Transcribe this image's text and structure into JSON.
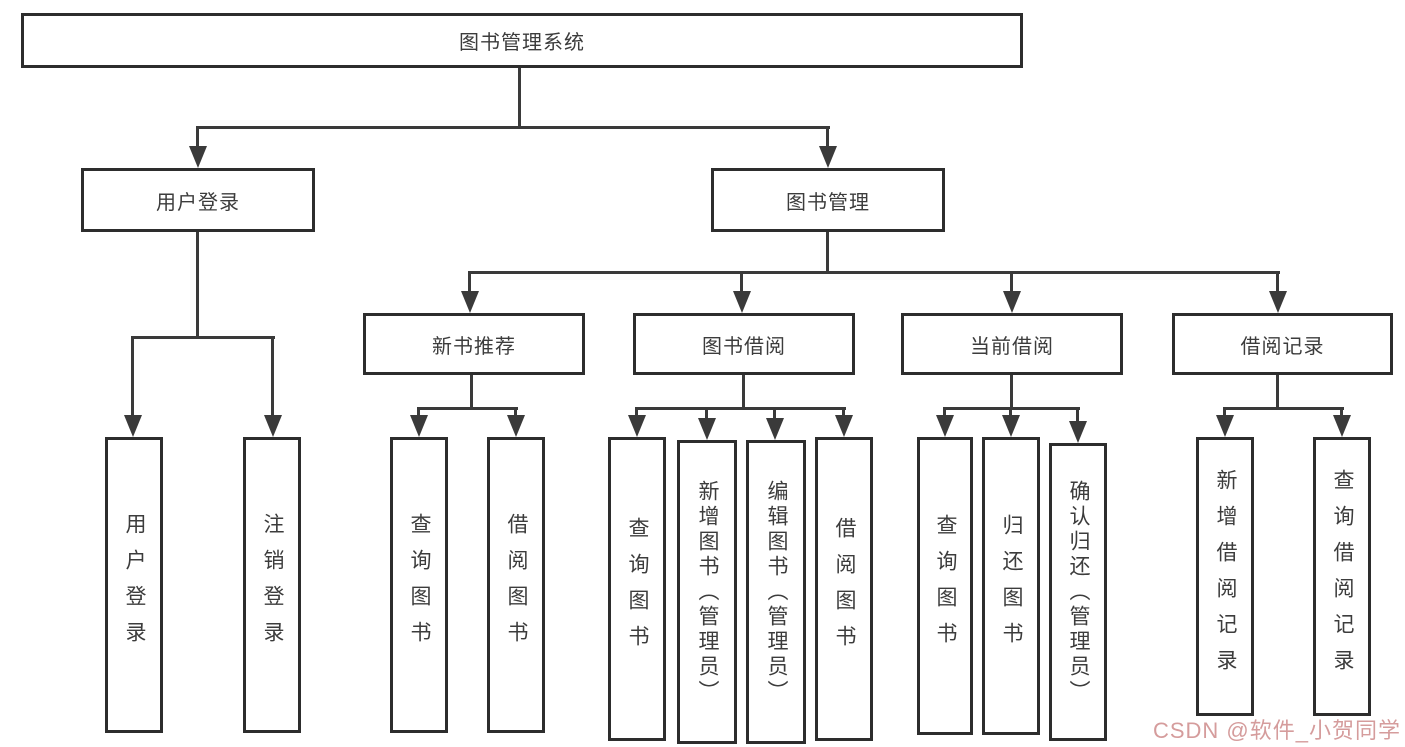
{
  "tree": {
    "label": "图书管理系统",
    "children": [
      {
        "label": "用户登录",
        "children": [
          {
            "label": "用户登录"
          },
          {
            "label": "注销登录"
          }
        ]
      },
      {
        "label": "图书管理",
        "children": [
          {
            "label": "新书推荐",
            "children": [
              {
                "label": "查询图书"
              },
              {
                "label": "借阅图书"
              }
            ]
          },
          {
            "label": "图书借阅",
            "children": [
              {
                "label": "查询图书"
              },
              {
                "label": "新增图书（管理员）"
              },
              {
                "label": "编辑图书（管理员）"
              },
              {
                "label": "借阅图书"
              }
            ]
          },
          {
            "label": "当前借阅",
            "children": [
              {
                "label": "查询图书"
              },
              {
                "label": "归还图书"
              },
              {
                "label": "确认归还（管理员）"
              }
            ]
          },
          {
            "label": "借阅记录",
            "children": [
              {
                "label": "新增借阅记录"
              },
              {
                "label": "查询借阅记录"
              }
            ]
          }
        ]
      }
    ]
  },
  "watermark": {
    "text": "CSDN @软件_小贺同学"
  },
  "colors": {
    "line": "#3a3a3a",
    "border": "#2d2d2d",
    "text": "#3c3c3c",
    "watermark": "#d59c9c",
    "background": "#ffffff"
  }
}
